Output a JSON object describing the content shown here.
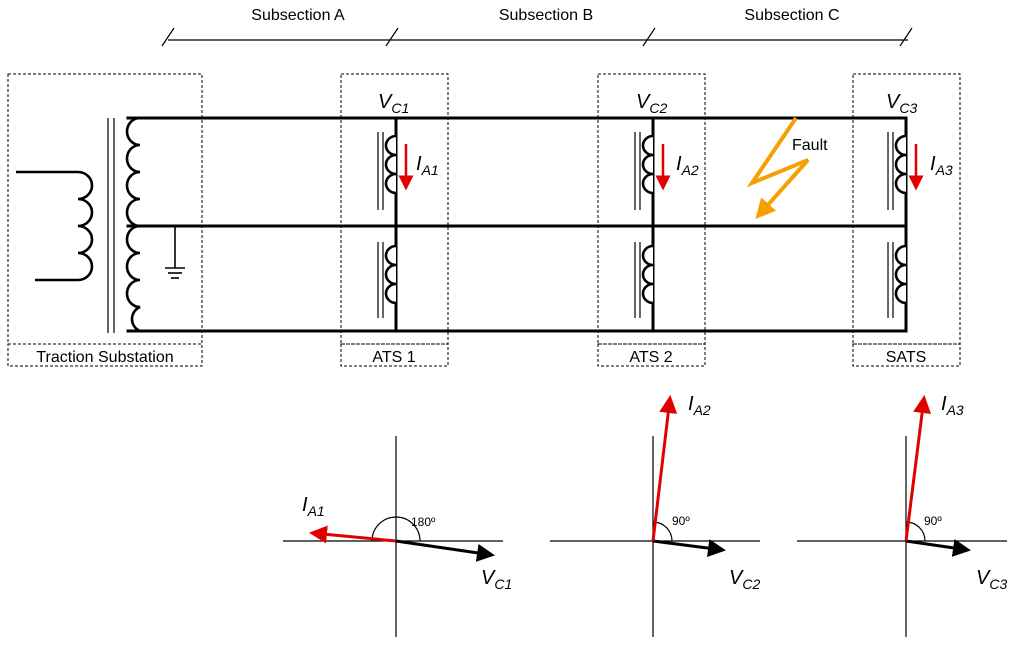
{
  "subsections": [
    "Subsection A",
    "Subsection B",
    "Subsection C"
  ],
  "boxes": {
    "substation": "Traction Substation",
    "ats1": "ATS 1",
    "ats2": "ATS 2",
    "sats": "SATS"
  },
  "voltages": [
    {
      "main": "V",
      "sub": "C1"
    },
    {
      "main": "V",
      "sub": "C2"
    },
    {
      "main": "V",
      "sub": "C3"
    }
  ],
  "currents": [
    {
      "main": "I",
      "sub": "A1"
    },
    {
      "main": "I",
      "sub": "A2"
    },
    {
      "main": "I",
      "sub": "A3"
    }
  ],
  "fault": {
    "label": "Fault",
    "color": "#f5a000"
  },
  "current_color": "#e00000",
  "voltage_color": "#000000",
  "phasors": [
    {
      "angle_label": "180º",
      "v": {
        "main": "V",
        "sub": "C1"
      },
      "i": {
        "main": "I",
        "sub": "A1"
      }
    },
    {
      "angle_label": "90º",
      "v": {
        "main": "V",
        "sub": "C2"
      },
      "i": {
        "main": "I",
        "sub": "A2"
      }
    },
    {
      "angle_label": "90º",
      "v": {
        "main": "V",
        "sub": "C3"
      },
      "i": {
        "main": "I",
        "sub": "A3"
      }
    }
  ]
}
